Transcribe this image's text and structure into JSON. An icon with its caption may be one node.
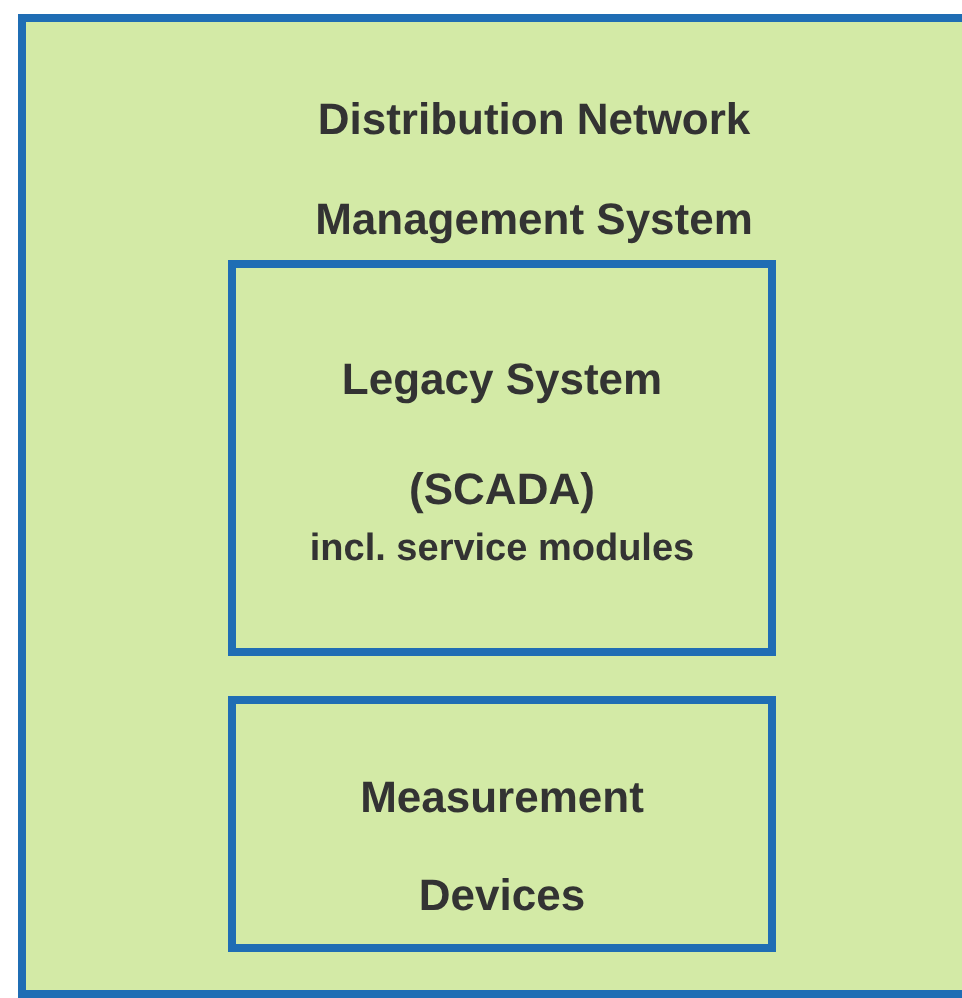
{
  "diagram": {
    "nodes": [
      {
        "text": [
          "Distribution Network Management System"
        ]
      },
      {
        "text": [
          "Legacy System (SCADA)",
          "incl. service modules"
        ],
        "in": 0
      },
      {
        "text": [
          "Measurement Devices"
        ],
        "in": 0
      }
    ]
  }
}
